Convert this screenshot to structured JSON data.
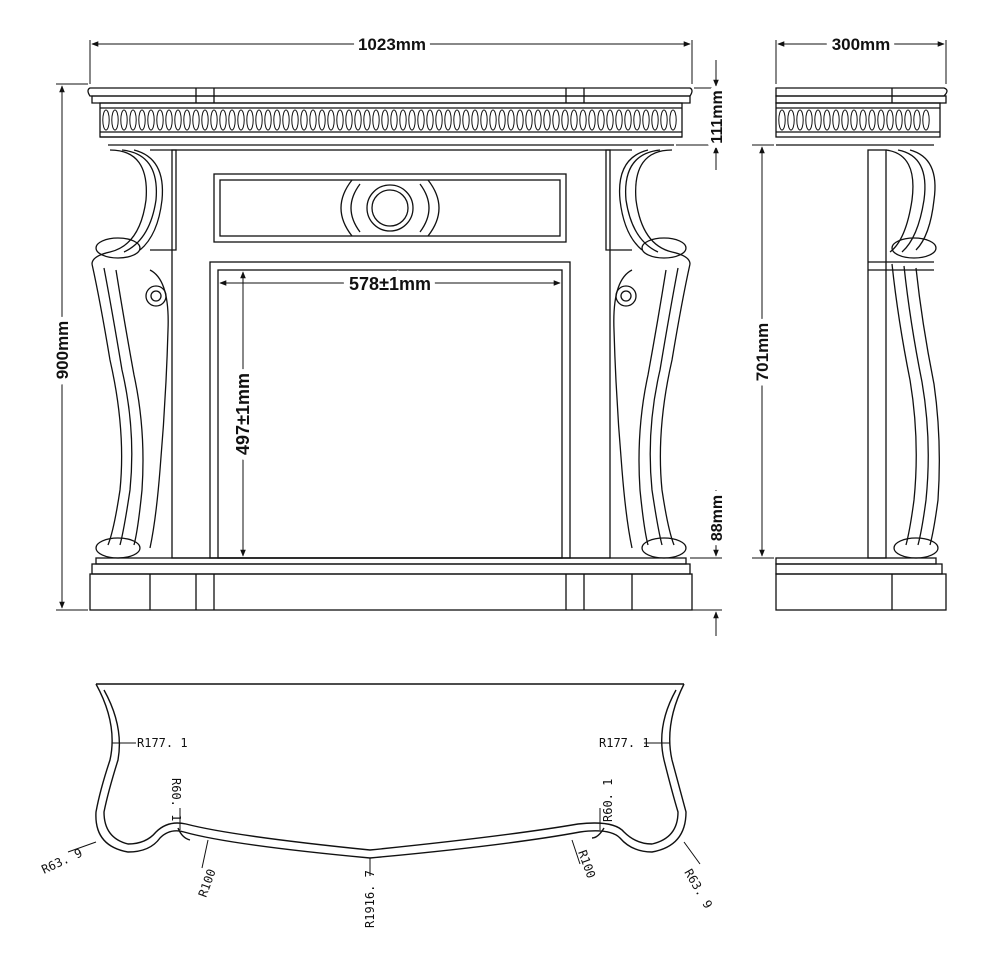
{
  "front_view": {
    "overall_width": "1023mm",
    "overall_height": "900mm",
    "frieze_height": "111mm",
    "plinth_height": "88mm",
    "opening_width": "578±1mm",
    "opening_height": "497±1mm"
  },
  "side_view": {
    "depth": "300mm",
    "leg_height": "701mm"
  },
  "plan_view": {
    "radius_left_upper": "R177. 1",
    "radius_right_upper": "R177. 1",
    "radius_left_notch": "R60. 1",
    "radius_right_notch": "R60. 1",
    "radius_left_corner": "R63. 9",
    "radius_right_corner": "R63. 9",
    "radius_left_transition": "R100",
    "radius_right_transition": "R100",
    "radius_front_arc": "R1916. 7"
  },
  "colors": {
    "line": "#111111",
    "background": "#ffffff"
  }
}
